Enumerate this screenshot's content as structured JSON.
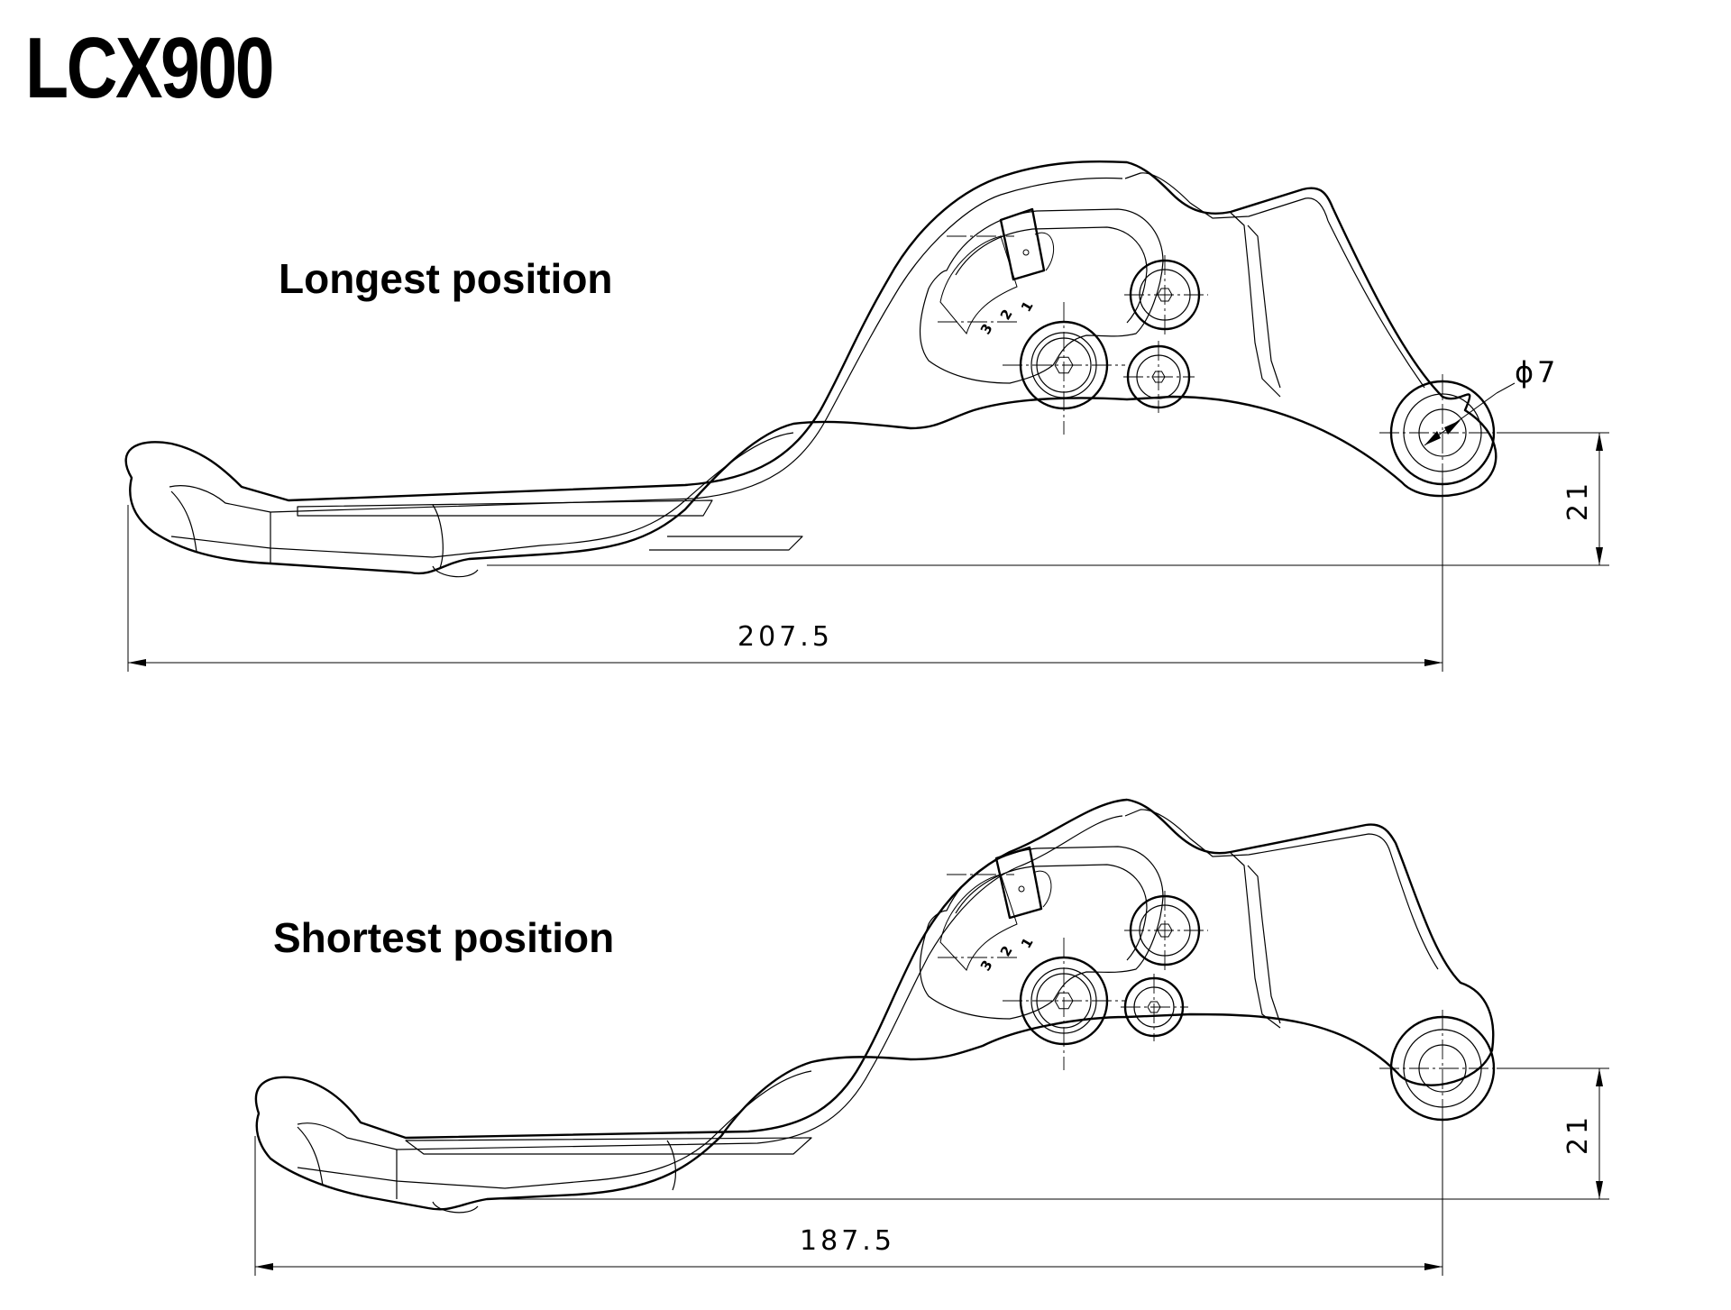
{
  "title": "LCX900",
  "views": [
    {
      "label": "Longest position",
      "overall_length": "207.5",
      "pivot_height": "21",
      "bore_diameter": "7",
      "bore_symbol": "ϕ",
      "adjuster_marks": [
        "3",
        "2",
        "1"
      ]
    },
    {
      "label": "Shortest position",
      "overall_length": "187.5",
      "pivot_height": "21",
      "adjuster_marks": [
        "3",
        "2",
        "1"
      ]
    }
  ]
}
